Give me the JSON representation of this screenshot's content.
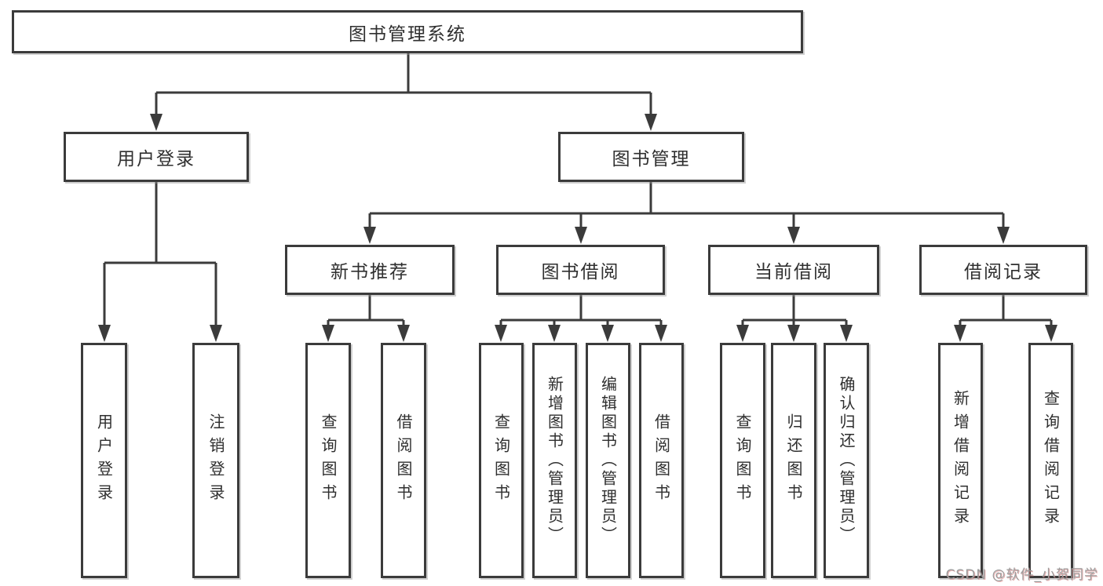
{
  "diagram": {
    "root": {
      "label": "图书管理系统",
      "children": [
        {
          "label": "用户登录",
          "children": [
            {
              "label": "用户登录"
            },
            {
              "label": "注销登录"
            }
          ]
        },
        {
          "label": "图书管理",
          "children": [
            {
              "label": "新书推荐",
              "children": [
                {
                  "label": "查询图书"
                },
                {
                  "label": "借阅图书"
                }
              ]
            },
            {
              "label": "图书借阅",
              "children": [
                {
                  "label": "查询图书"
                },
                {
                  "label": "新增图书（管理员）"
                },
                {
                  "label": "编辑图书（管理员）"
                },
                {
                  "label": "借阅图书"
                }
              ]
            },
            {
              "label": "当前借阅",
              "children": [
                {
                  "label": "查询图书"
                },
                {
                  "label": "归还图书"
                },
                {
                  "label": "确认归还（管理员）"
                }
              ]
            },
            {
              "label": "借阅记录",
              "children": [
                {
                  "label": "新增借阅记录"
                },
                {
                  "label": "查询借阅记录"
                }
              ]
            }
          ]
        }
      ]
    }
  },
  "colors": {
    "line": "#3b3b3b",
    "text": "#2f2f2f",
    "watermark": "#9c9c9c"
  },
  "watermark": {
    "text": "CSDN @软件_小贺同学"
  }
}
